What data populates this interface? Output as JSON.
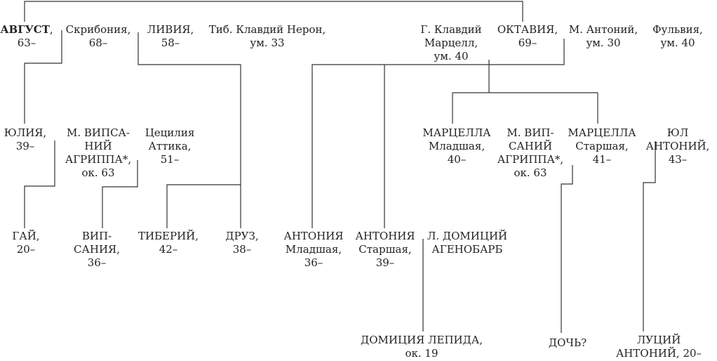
{
  "colors": {
    "ink": "#222222",
    "line": "#333333",
    "background": "#ffffff"
  },
  "nodes": {
    "augustus": {
      "name": "АВГУСТ",
      "sep": ",",
      "life": "63–"
    },
    "scribonia": {
      "name": "Скрибония,",
      "life": "68–"
    },
    "livia": {
      "name": "ЛИВИЯ,",
      "life": "58–"
    },
    "tiberius_nero": {
      "name": "Тиб. Клавдий Нерон,",
      "life": "ум. 33"
    },
    "marcellus_elder": {
      "line1": "Г. Клавдий",
      "line2": "Марцелл,",
      "line3": "ум. 40"
    },
    "octavia": {
      "name": "ОКТАВИЯ,",
      "life": "69–"
    },
    "mark_antony": {
      "name": "М. Антоний,",
      "life": "ум. 30"
    },
    "fulvia": {
      "name": "Фульвия,",
      "life": "ум. 40"
    },
    "julia": {
      "name": "ЮЛИЯ,",
      "life": "39–"
    },
    "agrippa_1": {
      "line1": "М. ВИПСА-",
      "line2": "НИЙ",
      "line3": "АГРИППА*,",
      "line4": "ок. 63"
    },
    "caecilia": {
      "line1": "Цецилия",
      "line2": "Аттика,",
      "line3": "51–"
    },
    "marcella_minor": {
      "line1": "МАРЦЕЛЛА",
      "line2": "Младшая,",
      "line3": "40–"
    },
    "agrippa_2": {
      "line1": "М. ВИП-",
      "line2": "САНИЙ",
      "line3": "АГРИППА*,",
      "line4": "ок. 63"
    },
    "marcella_major": {
      "line1": "МАРЦЕЛЛА",
      "line2": "Старшая,",
      "line3": "41–"
    },
    "iullus": {
      "line1": "ЮЛ",
      "line2": "АНТОНИЙ,",
      "line3": "43–"
    },
    "gaius": {
      "name": "ГАЙ,",
      "life": "20–"
    },
    "vipsania": {
      "line1": "ВИП-",
      "line2": "САНИЯ,",
      "line3": "36–"
    },
    "tiberius": {
      "name": "ТИБЕРИЙ,",
      "life": "42–"
    },
    "drusus": {
      "name": "ДРУЗ,",
      "life": "38–"
    },
    "antonia_minor": {
      "line1": "АНТОНИЯ",
      "line2": "Младшая,",
      "line3": "36–"
    },
    "antonia_major": {
      "line1": "АНТОНИЯ",
      "line2": "Старшая,",
      "line3": "39–"
    },
    "ahenobarbus": {
      "line1": "Л. ДОМИЦИЙ",
      "line2": "АГЕНОБАРБ"
    },
    "domitia": {
      "name": "ДОМИЦИЯ ЛЕПИДА,",
      "life": "ок. 19"
    },
    "daughter": {
      "name": "ДОЧЬ?"
    },
    "lucius_antonius": {
      "line1": "ЛУЦИЙ",
      "line2": "АНТОНИЙ, 20–"
    }
  }
}
